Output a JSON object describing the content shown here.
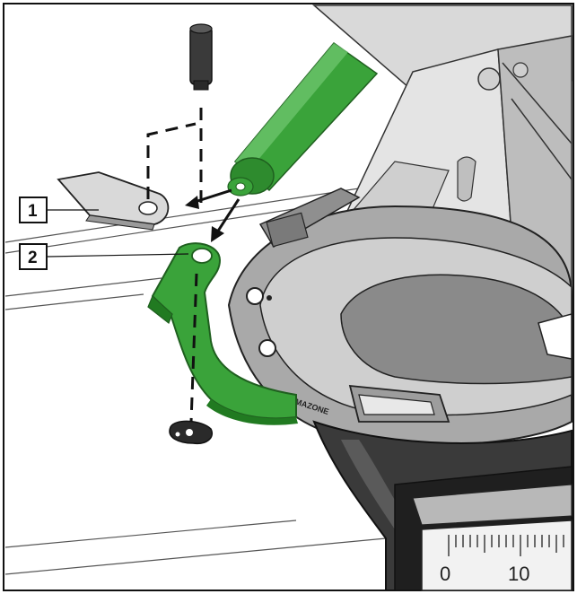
{
  "callouts": [
    {
      "id": "1",
      "label": "1"
    },
    {
      "id": "2",
      "label": "2"
    }
  ],
  "scale": {
    "labels": [
      "0",
      "10"
    ]
  },
  "brand": "AMAZONE",
  "colors": {
    "part_green": "#3aa33a",
    "part_green_dark": "#217a21",
    "metal_light": "#d9d9d9",
    "metal_mid": "#a9a9a9",
    "metal_dark": "#3a3a3a",
    "frame_border": "#111111"
  }
}
